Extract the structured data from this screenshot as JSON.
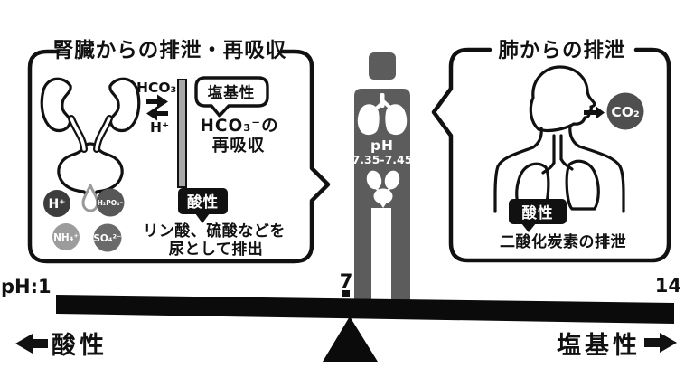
{
  "colors": {
    "ink": "#111111",
    "pillar": "#5c5c5c",
    "cap": "#5c5c5c",
    "divider_bar": "#a8a8a8",
    "co2_circle": "#4f4f4f",
    "ion_h": "#3d3d3d",
    "ion_h2po4": "#575757",
    "ion_nh4": "#9c9c9c",
    "ion_so4": "#6a6a6a",
    "drop_gray": "#999999"
  },
  "left_panel": {
    "title": "腎臓からの排泄・再吸収",
    "hco3_label": "HCO₃⁻",
    "h_label": "H⁺",
    "base_badge": "塩基性",
    "reabsorb_line1": "HCO₃⁻の",
    "reabsorb_line2": "再吸収",
    "acid_badge": "酸性",
    "excrete_line1": "リン酸、硫酸などを",
    "excrete_line2": "尿として排出",
    "ions": [
      {
        "label": "H⁺",
        "color": "#3d3d3d"
      },
      {
        "label": "H₂PO₄⁻",
        "color": "#575757"
      },
      {
        "label": "NH₄⁺",
        "color": "#9c9c9c"
      },
      {
        "label": "SO₄²⁻",
        "color": "#6a6a6a"
      }
    ]
  },
  "gauge": {
    "ph_label": "pH",
    "ph_range": "7.35-7.45"
  },
  "right_panel": {
    "title": "肺からの排泄",
    "co2_label": "CO₂",
    "acid_badge": "酸性",
    "caption": "二酸化炭素の排泄"
  },
  "scale": {
    "min_label": "pH:1",
    "mid_label": "7",
    "max_label": "14",
    "acid_label": "酸性",
    "base_label": "塩基性"
  }
}
